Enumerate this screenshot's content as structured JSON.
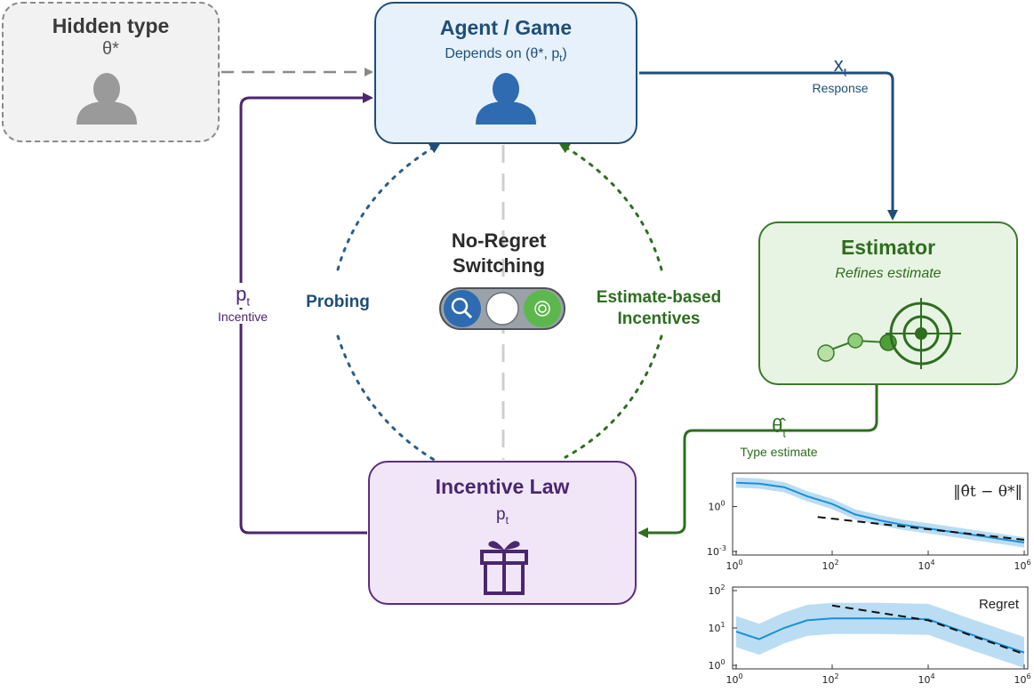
{
  "colors": {
    "agent_blue": "#1f4e79",
    "icon_blue": "#2e6bb0",
    "estimator_green": "#2d6e1f",
    "incentive_purple": "#4a2670",
    "hidden_gray": "#8a8a8a",
    "probe_blue": "#2a5d8a",
    "plot_blue": "#1b8fd6"
  },
  "hidden": {
    "title": "Hidden type",
    "symbol": "θ*",
    "icon": "person-icon"
  },
  "agent": {
    "title": "Agent / Game",
    "subtitle_prefix": "Depends on (θ*, p",
    "subtitle_sub": "t",
    "subtitle_suffix": ")",
    "icon": "person-icon"
  },
  "estimator": {
    "title": "Estimator",
    "subtitle": "Refines estimate",
    "icon": "target-icon"
  },
  "incentive": {
    "title": "Incentive Law",
    "symbol": "p",
    "symbol_sub": "t",
    "icon": "gift-icon"
  },
  "switching": {
    "line1": "No-Regret",
    "line2": "Switching",
    "icon": "toggle-switch-icon"
  },
  "arrows": {
    "response_symbol": "x",
    "response_sub": "t",
    "response_label": "Response",
    "estimate_symbol": "θ̂",
    "estimate_sub": "t",
    "estimate_label": "Type estimate",
    "incentive_symbol": "p",
    "incentive_sub": "t",
    "incentive_label": "Incentive",
    "probing_label": "Probing",
    "estimate_based_line1": "Estimate-based",
    "estimate_based_line2": "Incentives"
  },
  "chart_data": [
    {
      "type": "line",
      "title": "",
      "annotation": "‖θ̂t − θ*‖",
      "x_scale": "log",
      "y_scale": "log",
      "xlim": [
        1,
        1000000
      ],
      "ylim": [
        0.001,
        100
      ],
      "x_ticks": [
        "10^0",
        "10^2",
        "10^4",
        "10^6"
      ],
      "y_ticks": [
        "10^0",
        "10^-3"
      ],
      "series": [
        {
          "style": "solid-with-band",
          "x": [
            1,
            3,
            10,
            30,
            100,
            300,
            1000,
            3000,
            10000,
            100000,
            1000000
          ],
          "y": [
            40,
            35,
            20,
            5,
            1.5,
            0.3,
            0.12,
            0.06,
            0.035,
            0.012,
            0.004
          ]
        },
        {
          "style": "dashed",
          "x": [
            50,
            1000000
          ],
          "y": [
            0.2,
            0.006
          ]
        }
      ]
    },
    {
      "type": "line",
      "title": "",
      "annotation": "Regret",
      "x_scale": "log",
      "y_scale": "log",
      "xlim": [
        1,
        1000000
      ],
      "ylim": [
        1,
        100
      ],
      "x_ticks": [
        "10^0",
        "10^2",
        "10^4",
        "10^6"
      ],
      "y_ticks": [
        "10^2",
        "10^1",
        "10^0"
      ],
      "series": [
        {
          "style": "solid-with-band",
          "x": [
            1,
            3,
            10,
            30,
            100,
            1000,
            10000,
            100000,
            1000000
          ],
          "y": [
            8,
            5,
            10,
            16,
            18,
            18,
            17,
            6,
            2.2
          ]
        },
        {
          "style": "dashed",
          "x": [
            100,
            10000,
            1000000
          ],
          "y": [
            40,
            16,
            2
          ]
        }
      ]
    }
  ]
}
